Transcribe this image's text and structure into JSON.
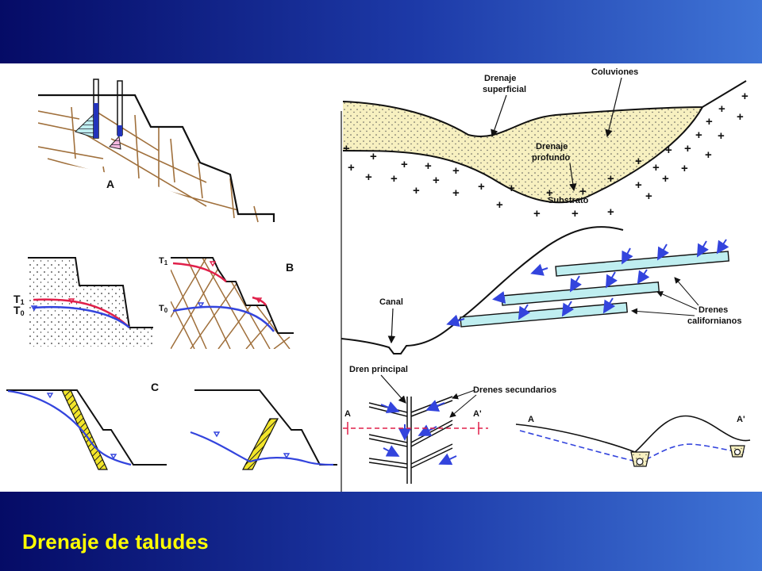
{
  "slide": {
    "title": "Drenaje de taludes"
  },
  "panels": {
    "A": {
      "label": "A"
    },
    "B": {
      "label": "B",
      "t1": "T",
      "t1_sub": "1",
      "t0": "T",
      "t0_sub": "0"
    },
    "C": {
      "label": "C"
    }
  },
  "top_right": {
    "drenaje_superficial_1": "Drenaje",
    "drenaje_superficial_2": "superficial",
    "coluviones": "Coluviones",
    "drenaje_profundo_1": "Drenaje",
    "drenaje_profundo_2": "profundo",
    "substrato": "Substrato"
  },
  "middle_right": {
    "canal": "Canal",
    "drenes_californianos_1": "Drenes",
    "drenes_californianos_2": "californianos"
  },
  "bottom_right": {
    "dren_principal": "Dren principal",
    "drenes_secundarios": "Drenes secundarios",
    "section_a": "A",
    "section_a_prime": "A'"
  },
  "colors": {
    "soil_tan": "#a0703c",
    "water_blue": "#3344dd",
    "water_red": "#e0204a",
    "drain_cyan": "#bfeef0",
    "coluvion_fill": "#f7f0c0",
    "band_dark": "#050b66",
    "band_light": "#3f74d6",
    "title_yellow": "#ffff00"
  }
}
